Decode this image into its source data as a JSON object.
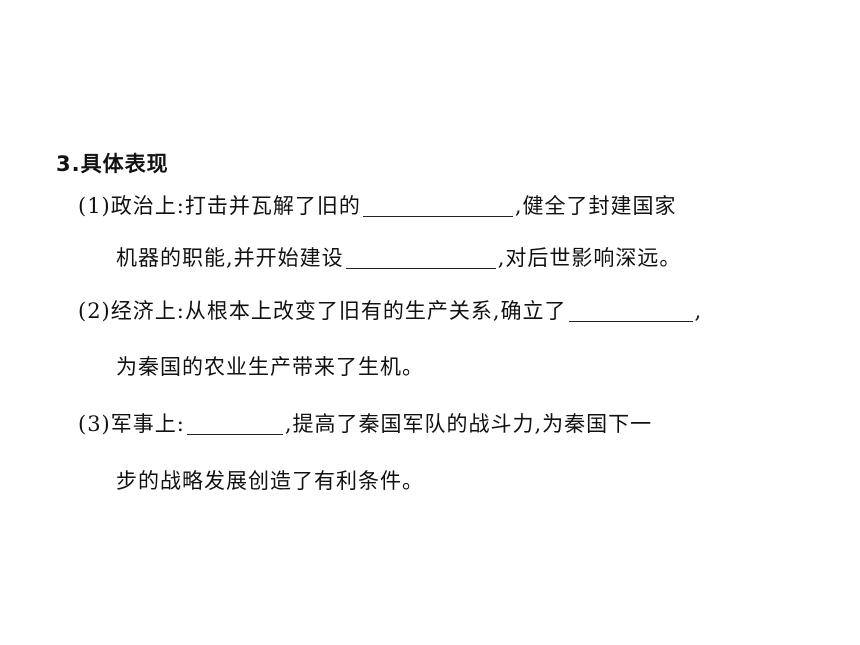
{
  "heading": "3.具体表现",
  "items": [
    {
      "lines": [
        {
          "before": "(1)政治上:打击并瓦解了旧的",
          "after": ",健全了封建国家"
        },
        {
          "before": "机器的职能,并开始建设",
          "after": ",对后世影响深远。"
        }
      ]
    },
    {
      "lines": [
        {
          "before": "(2)经济上:从根本上改变了旧有的生产关系,确立了",
          "after": ","
        },
        {
          "before": "为秦国的农业生产带来了生机。",
          "after": ""
        }
      ]
    },
    {
      "lines": [
        {
          "before": "(3)军事上:",
          "after": ",提高了秦国军队的战斗力,为秦国下一"
        },
        {
          "before": "步的战略发展创造了有利条件。",
          "after": ""
        }
      ]
    }
  ]
}
